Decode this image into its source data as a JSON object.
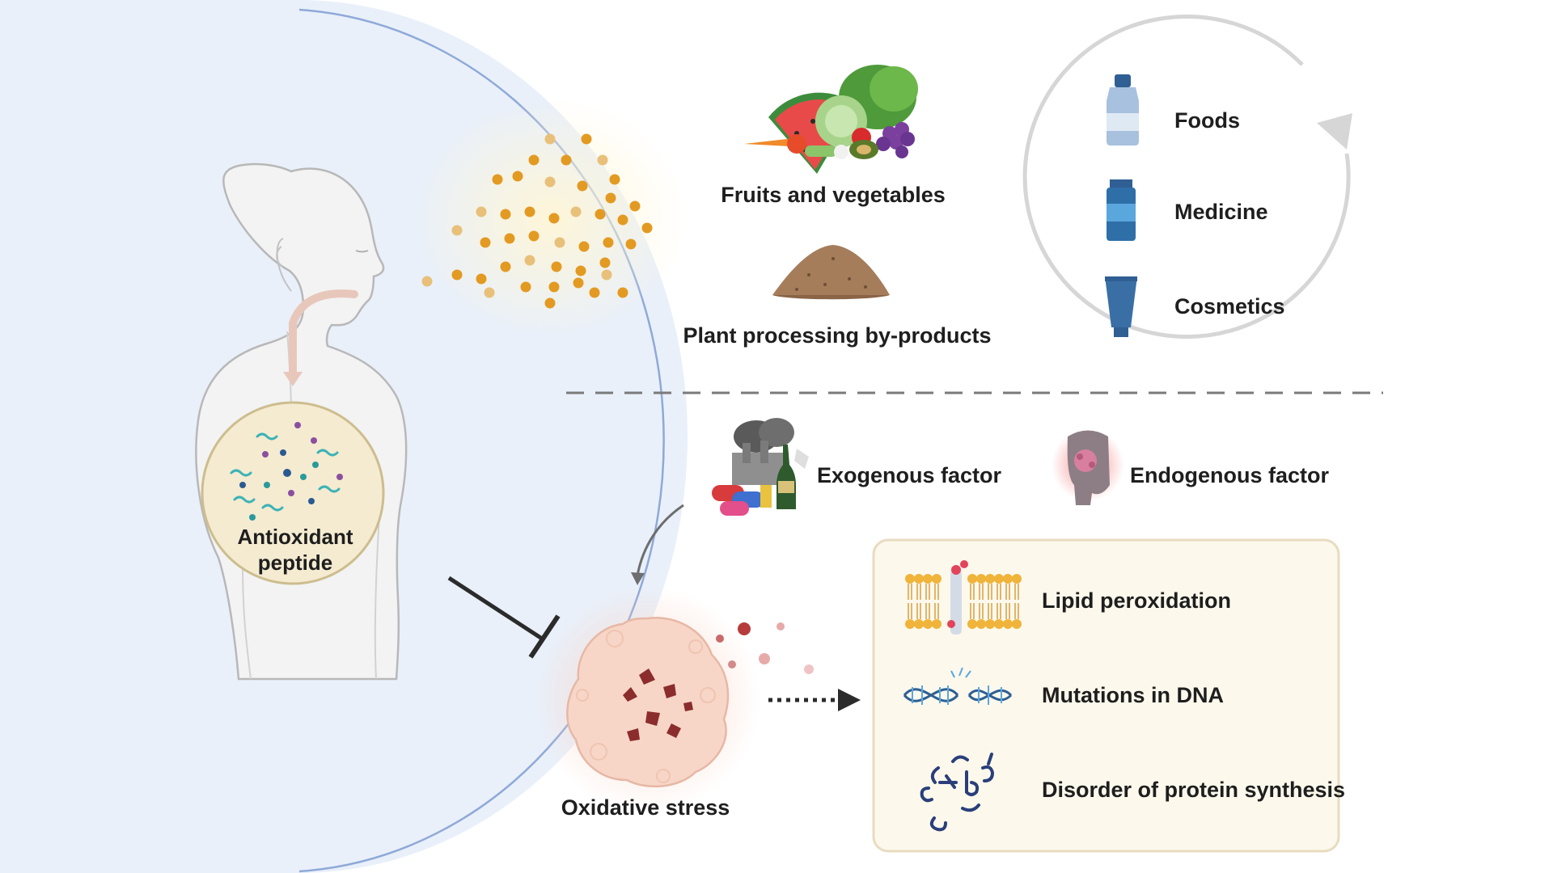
{
  "body": {
    "center_label_line1": "Antioxidant",
    "center_label_line2": "peptide"
  },
  "sources": {
    "fruits": "Fruits and vegetables",
    "byproducts": "Plant processing by-products"
  },
  "applications": [
    "Foods",
    "Medicine",
    "Cosmetics"
  ],
  "factors": {
    "exogenous": "Exogenous factor",
    "endogenous": "Endogenous factor"
  },
  "stress": {
    "label": "Oxidative stress"
  },
  "effects": [
    "Lipid peroxidation",
    "Mutations in DNA",
    "Disorder of protein synthesis"
  ],
  "colors": {
    "circle_fill": "#e9f0fa",
    "circle_stroke": "#8fa9d8",
    "peptide_dot": "#e6a22a",
    "stress_cell": "#f7d6c8",
    "effects_box": "#fcf8ec",
    "effects_border": "#e8dcc0"
  }
}
